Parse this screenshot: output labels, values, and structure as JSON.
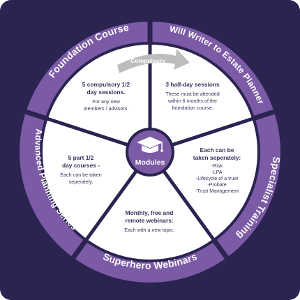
{
  "diagram": {
    "hub": {
      "label": "Modules",
      "icon": "graduation-cap-icon"
    },
    "arrow": {
      "label": "Compulsory"
    },
    "ring_labels": {
      "foundation": "Foundation Course",
      "will_writer": "Will Writer to Estate Planner",
      "specialist": "Specialist Training",
      "webinars": "Superhero Webinars",
      "advanced": "Advanced Planning Series"
    },
    "segments": {
      "foundation": {
        "line1": "5 compulsory 1/2",
        "line2": "day sessions.",
        "line3": "For any new",
        "line4": "members / advisors."
      },
      "will_writer": {
        "line1": "3 half-day sessions",
        "line2": "These must be attended",
        "line3": "within 6 months of the",
        "line4": "foundation course."
      },
      "specialist": {
        "line1": "Each can be",
        "line2": "taken seperately:",
        "line3": "-Risk",
        "line4": "-LPA",
        "line5": "-Lifecycle of a trust",
        "line6": "-Probate",
        "line7": "-Trust Management"
      },
      "webinars": {
        "line1": "Monthly, free and",
        "line2": "remote webinars:",
        "line3": "Each with a new topic."
      },
      "advanced": {
        "line1": "5 part 1/2",
        "line2": "day courses -",
        "line3": "Each can be taken",
        "line4": "seperately."
      }
    },
    "colors": {
      "background": "#2b2350",
      "ring": "#7b5aa6",
      "hub": "#7b5aa6",
      "segment_fill": "#ffffff",
      "divider": "#2b2350",
      "text": "#3a2f5e",
      "arrow": "#bdbdbd"
    }
  }
}
